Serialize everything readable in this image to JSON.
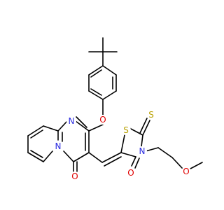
{
  "structure": {
    "atoms": {
      "O_ether": {
        "text": "O",
        "color": "#e00000"
      },
      "N_pyrimidine": {
        "text": "N",
        "color": "#2b2be0"
      },
      "N_bridge": {
        "text": "N",
        "color": "#2b2be0"
      },
      "O_pyrimidinone": {
        "text": "O",
        "color": "#e00000"
      },
      "S_ring": {
        "text": "S",
        "color": "#b8a000"
      },
      "S_thioxo": {
        "text": "S",
        "color": "#b8a000"
      },
      "N_thiazolidine": {
        "text": "N",
        "color": "#2b2be0"
      },
      "O_thiazolidinone": {
        "text": "O",
        "color": "#e00000"
      },
      "O_methoxy": {
        "text": "O",
        "color": "#e00000"
      }
    }
  }
}
